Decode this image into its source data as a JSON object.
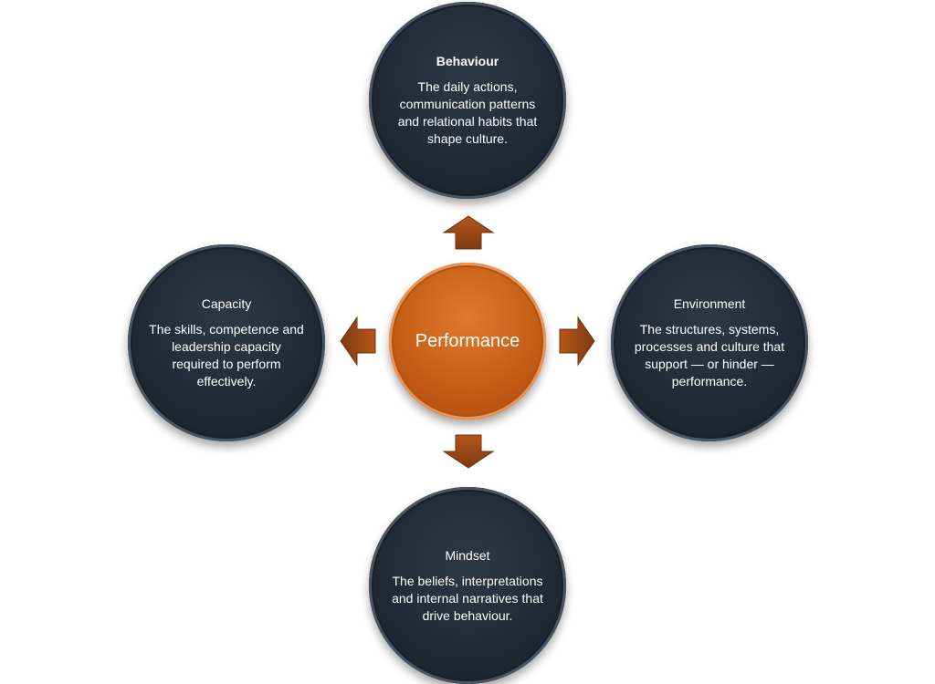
{
  "center": {
    "label": "Performance"
  },
  "nodes": {
    "behaviour": {
      "title": "Behaviour",
      "description": "The daily actions, communication patterns and relational habits that shape culture."
    },
    "capacity": {
      "title": "Capacity",
      "description": "The skills, competence and leadership capacity required to perform effectively."
    },
    "environment": {
      "title": "Environment",
      "description": "The structures, systems, processes and culture that support — or hinder — performance."
    },
    "mindset": {
      "title": "Mindset",
      "description": "The beliefs, interpretations and internal narratives that drive behaviour."
    }
  },
  "colors": {
    "node_fill": "#1f2731",
    "center_fill": "#c65d16",
    "arrow_fill": "#9b4a17",
    "text": "#ffffff"
  }
}
